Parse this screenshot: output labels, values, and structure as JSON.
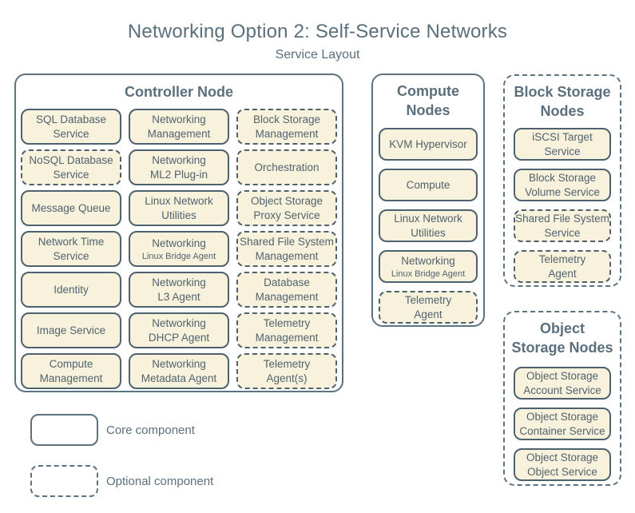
{
  "title": "Networking Option 2: Self-Service Networks",
  "subtitle": "Service Layout",
  "colors": {
    "background": "#ffffff",
    "box_fill": "#f8f1dc",
    "box_border": "#4d626e",
    "group_border": "#5c7280",
    "heading_text": "#5b6f7c",
    "label_text": "#51636e"
  },
  "groups": {
    "controller": {
      "title": "Controller Node",
      "type": "core",
      "services": [
        {
          "label": "SQL Database\nService",
          "type": "core"
        },
        {
          "label": "Networking\nManagement",
          "type": "core"
        },
        {
          "label": "Block Storage\nManagement",
          "type": "optional"
        },
        {
          "label": "NoSQL Database\nService",
          "type": "optional"
        },
        {
          "label": "Networking\nML2 Plug-in",
          "type": "core"
        },
        {
          "label": "Orchestration",
          "type": "optional"
        },
        {
          "label": "Message Queue",
          "type": "core"
        },
        {
          "label": "Linux Network\nUtilities",
          "type": "core"
        },
        {
          "label": "Object Storage\nProxy Service",
          "type": "optional"
        },
        {
          "label": "Network Time\nService",
          "type": "core"
        },
        {
          "label": "Networking",
          "sublabel": "Linux Bridge Agent",
          "type": "core"
        },
        {
          "label": "Shared File System\nManagement",
          "type": "optional"
        },
        {
          "label": "Identity",
          "type": "core"
        },
        {
          "label": "Networking\nL3 Agent",
          "type": "core"
        },
        {
          "label": "Database\nManagement",
          "type": "optional"
        },
        {
          "label": "Image Service",
          "type": "core"
        },
        {
          "label": "Networking\nDHCP Agent",
          "type": "core"
        },
        {
          "label": "Telemetry\nManagement",
          "type": "optional"
        },
        {
          "label": "Compute\nManagement",
          "type": "core"
        },
        {
          "label": "Networking\nMetadata Agent",
          "type": "core"
        },
        {
          "label": "Telemetry\nAgent(s)",
          "type": "optional"
        }
      ]
    },
    "compute": {
      "title": "Compute\nNodes",
      "type": "core",
      "services": [
        {
          "label": "KVM Hypervisor",
          "type": "core"
        },
        {
          "label": "Compute",
          "type": "core"
        },
        {
          "label": "Linux Network\nUtilities",
          "type": "core"
        },
        {
          "label": "Networking",
          "sublabel": "Linux Bridge Agent",
          "type": "core"
        },
        {
          "label": "Telemetry\nAgent",
          "type": "optional"
        }
      ]
    },
    "block_storage": {
      "title": "Block Storage\nNodes",
      "type": "optional",
      "services": [
        {
          "label": "iSCSI Target\nService",
          "type": "core"
        },
        {
          "label": "Block Storage\nVolume Service",
          "type": "core"
        },
        {
          "label": "Shared File System\nService",
          "type": "optional"
        },
        {
          "label": "Telemetry\nAgent",
          "type": "optional"
        }
      ]
    },
    "object_storage": {
      "title": "Object\nStorage Nodes",
      "type": "optional",
      "services": [
        {
          "label": "Object Storage\nAccount Service",
          "type": "core"
        },
        {
          "label": "Object Storage\nContainer Service",
          "type": "core"
        },
        {
          "label": "Object Storage\nObject Service",
          "type": "core"
        }
      ]
    }
  },
  "legend": [
    {
      "label": "Core component",
      "type": "core"
    },
    {
      "label": "Optional component",
      "type": "optional"
    }
  ]
}
